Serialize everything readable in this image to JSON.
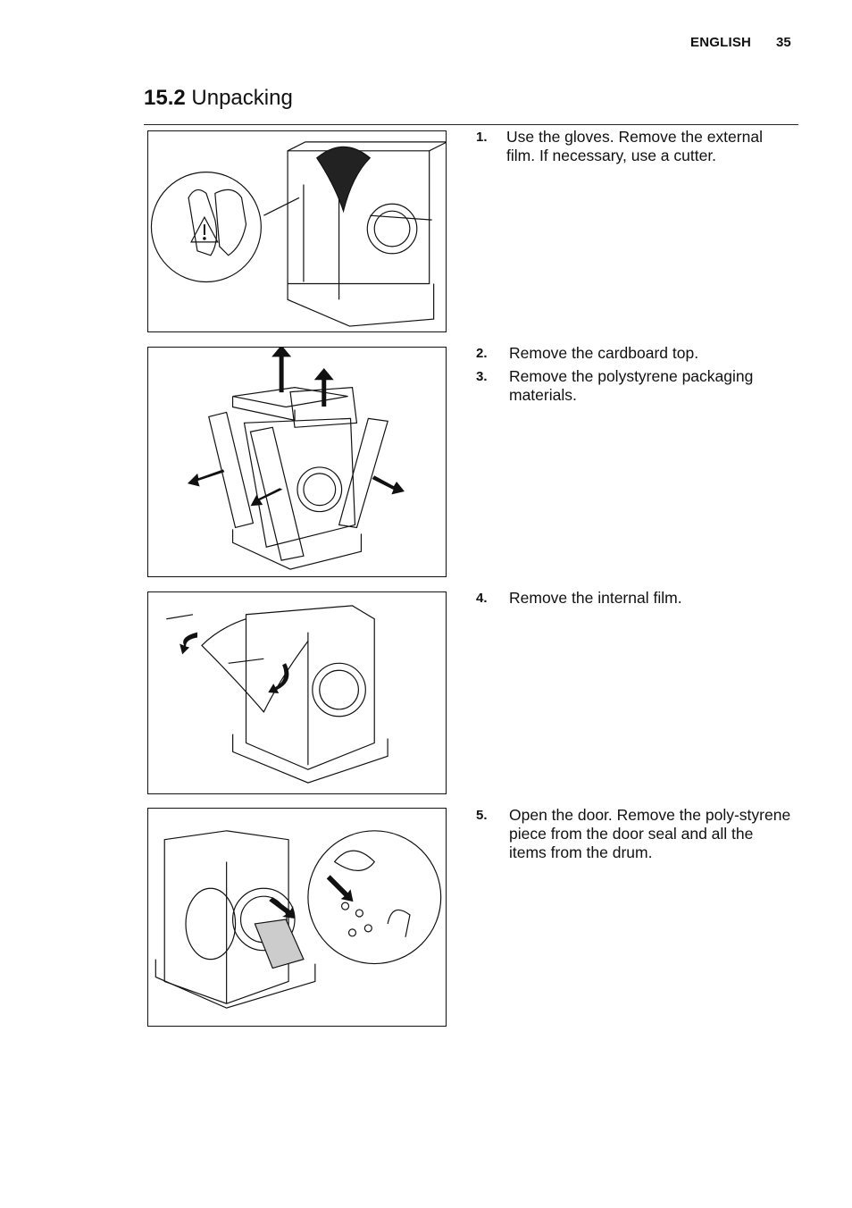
{
  "header": {
    "language": "ENGLISH",
    "page_number": "35"
  },
  "section": {
    "number": "15.2",
    "title": "Unpacking"
  },
  "steps": [
    {
      "num": "1.",
      "text": "Use the gloves. Remove the external film. If necessary, use a cutter."
    },
    {
      "num": "2.",
      "text": "Remove the cardboard top."
    },
    {
      "num": "3.",
      "text": "Remove the polystyrene packaging materials."
    },
    {
      "num": "4.",
      "text": "Remove the internal film."
    },
    {
      "num": "5.",
      "text": "Open the door. Remove the poly-styrene piece from the door seal and all the items from the drum."
    }
  ]
}
